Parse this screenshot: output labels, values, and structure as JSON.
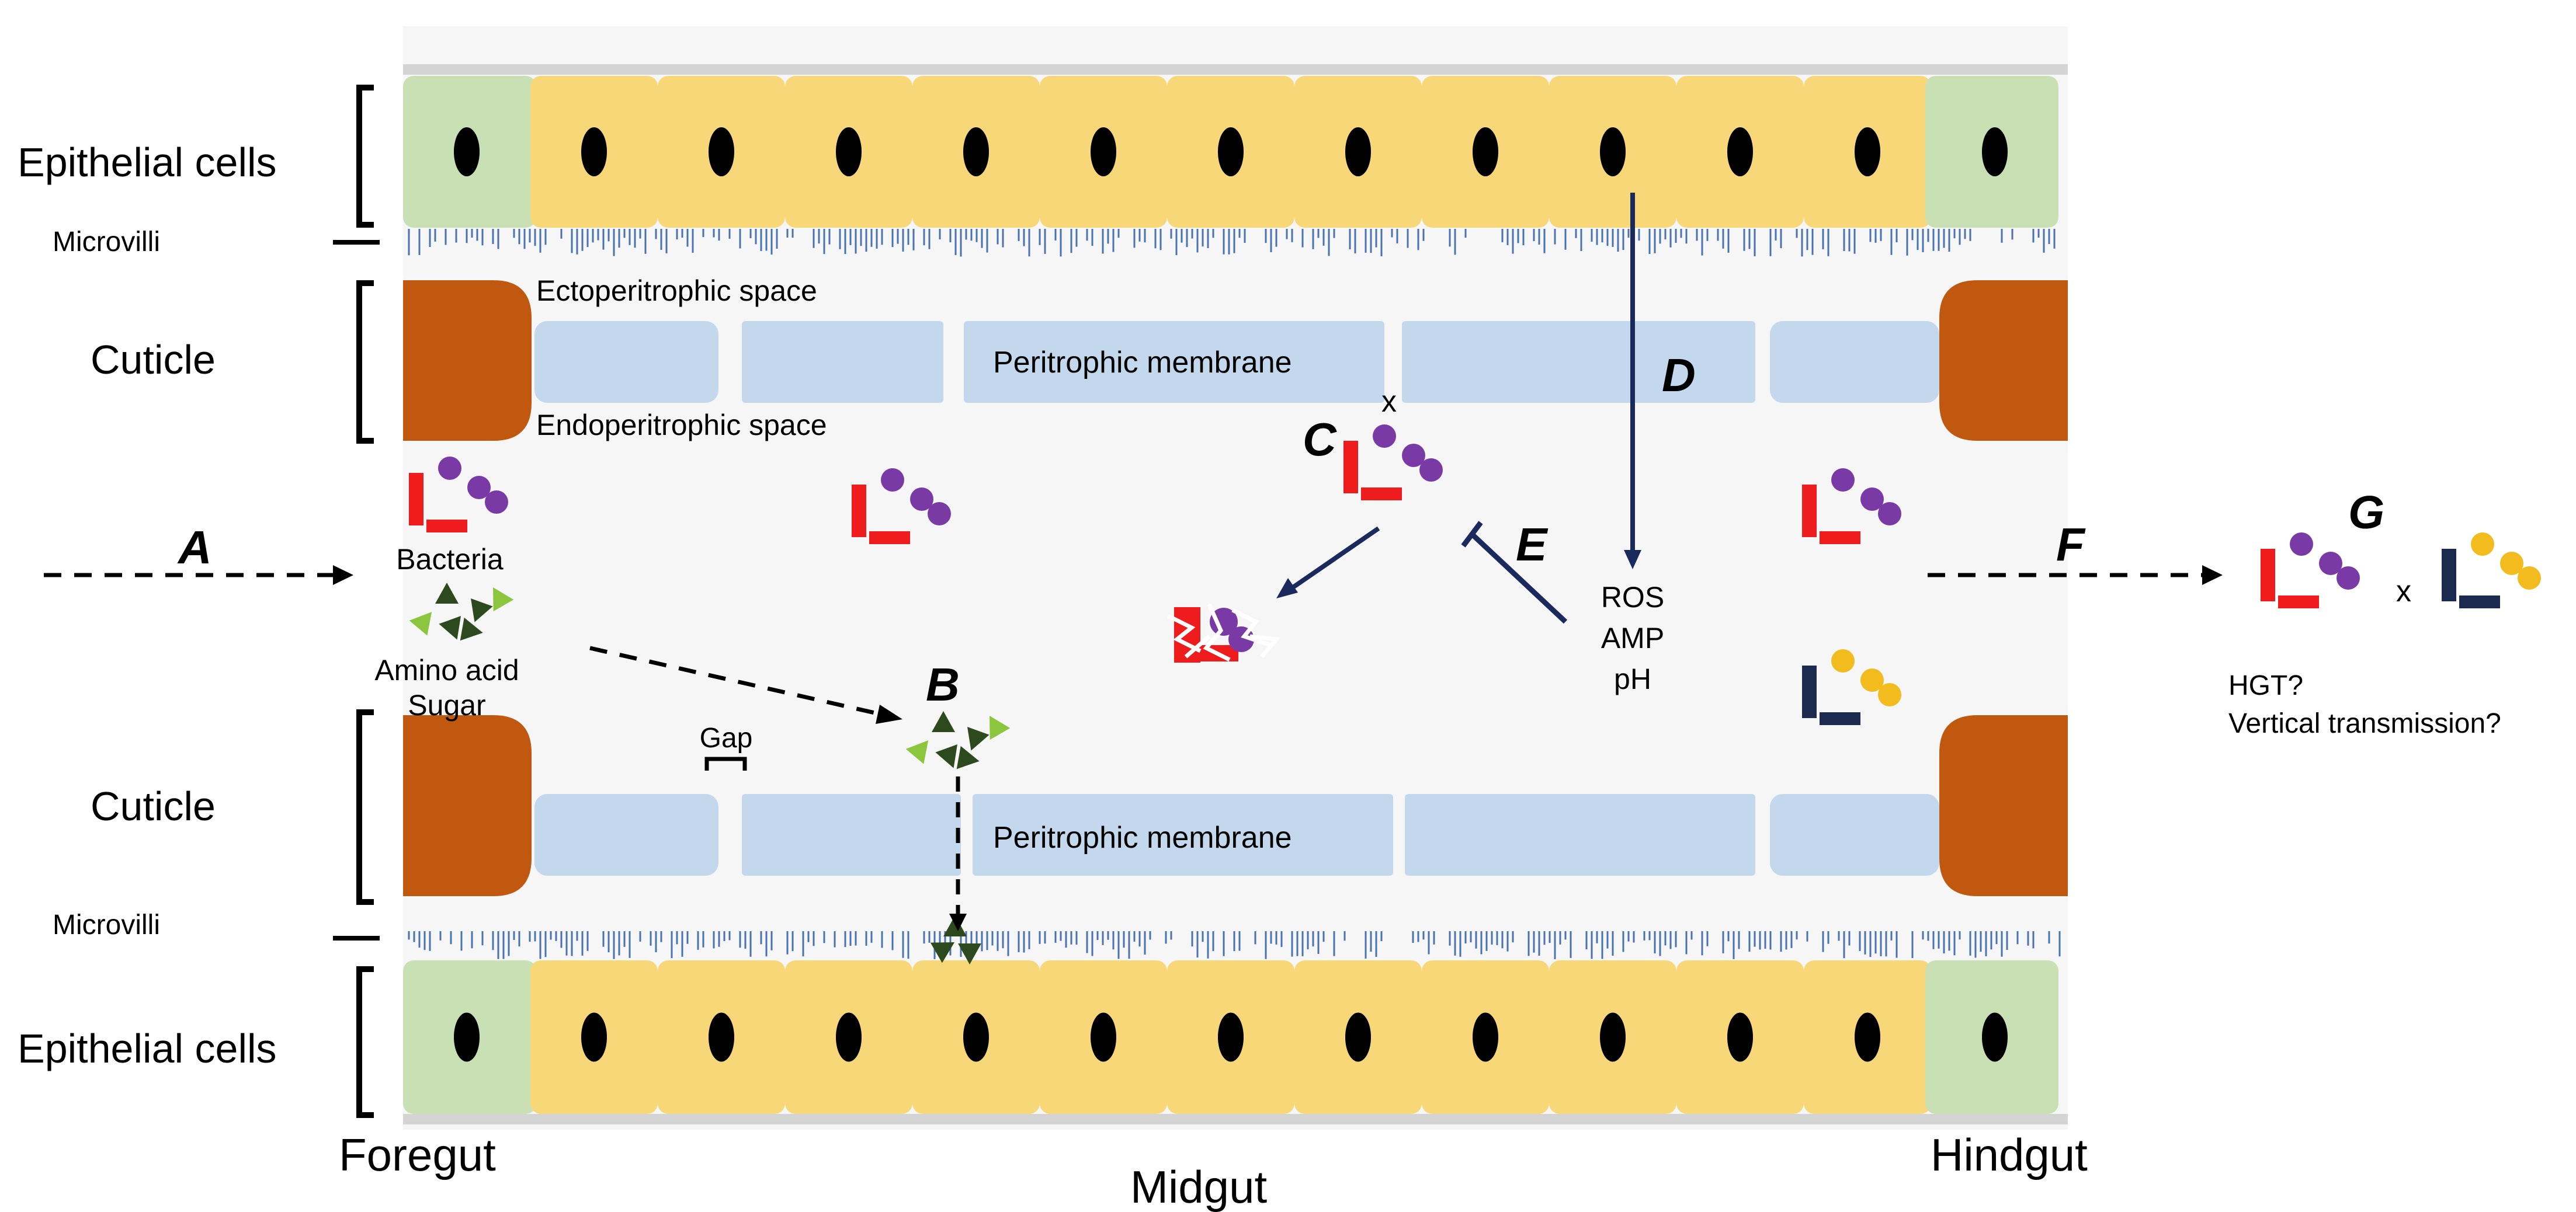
{
  "labels": {
    "epithelial_top": "Epithelial cells",
    "microvilli_top": "Microvilli",
    "cuticle_top": "Cuticle",
    "cuticle_bottom": "Cuticle",
    "microvilli_bottom": "Microvilli",
    "epithelial_bottom": "Epithelial cells",
    "ectoperitrophic": "Ectoperitrophic space",
    "endoperitrophic": "Endoperitrophic space",
    "pm_top": "Peritrophic membrane",
    "pm_bottom": "Peritrophic membrane",
    "bacteria": "Bacteria",
    "amino_acid": "Amino acid",
    "sugar": "Sugar",
    "gap": "Gap",
    "ros": "ROS",
    "amp": "AMP",
    "ph": "pH",
    "hgt": "HGT?",
    "vertical": "Vertical transmission?",
    "x_c": "x",
    "x_g": "x",
    "foregut": "Foregut",
    "midgut": "Midgut",
    "hindgut": "Hindgut"
  },
  "steps": {
    "a": "A",
    "b": "B",
    "c": "C",
    "d": "D",
    "e": "E",
    "f": "F",
    "g": "G"
  },
  "colors": {
    "epithelial": "#f8d779",
    "epithelial_end": "#c9e0b5",
    "cuticle": "#c0580f",
    "membrane": "#c3d8ec",
    "lumen": "#f6f6f6",
    "nucleus": "#000000",
    "microvilli": "#4a72b0",
    "bacteria_red": "#ee1c1c",
    "bacteria_purple": "#7a3aa6",
    "bacteria_navy": "#1b2a4e",
    "bacteria_yellow": "#f2bc1e",
    "nutrient_light": "#8cc63f",
    "nutrient_dark": "#2d4a1e",
    "arrow_navy": "#1b2a5c"
  }
}
